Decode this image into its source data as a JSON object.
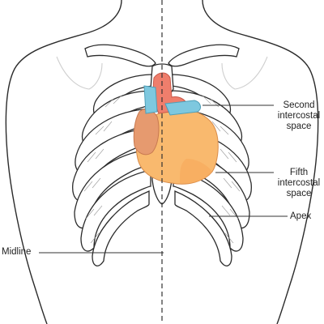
{
  "labels": {
    "second_intercostal_line1": "Second",
    "second_intercostal_line2": "intercostal",
    "second_intercostal_line3": "space",
    "fifth_intercostal_line1": "Fifth",
    "fifth_intercostal_line2": "intercostal",
    "fifth_intercostal_line3": "space",
    "apex": "Apex",
    "midline": "Midline"
  },
  "colors": {
    "outline": "#2b2b2b",
    "rib_fill": "#ffffff",
    "lung_faint": "#d8d8d8",
    "heart_ventricle": "#f9b96e",
    "heart_atrium_right": "#e69a6f",
    "heart_vessels_red": "#ef7e6c",
    "heart_vessels_blue": "#7ec8df",
    "midline_dash": "#333333"
  }
}
